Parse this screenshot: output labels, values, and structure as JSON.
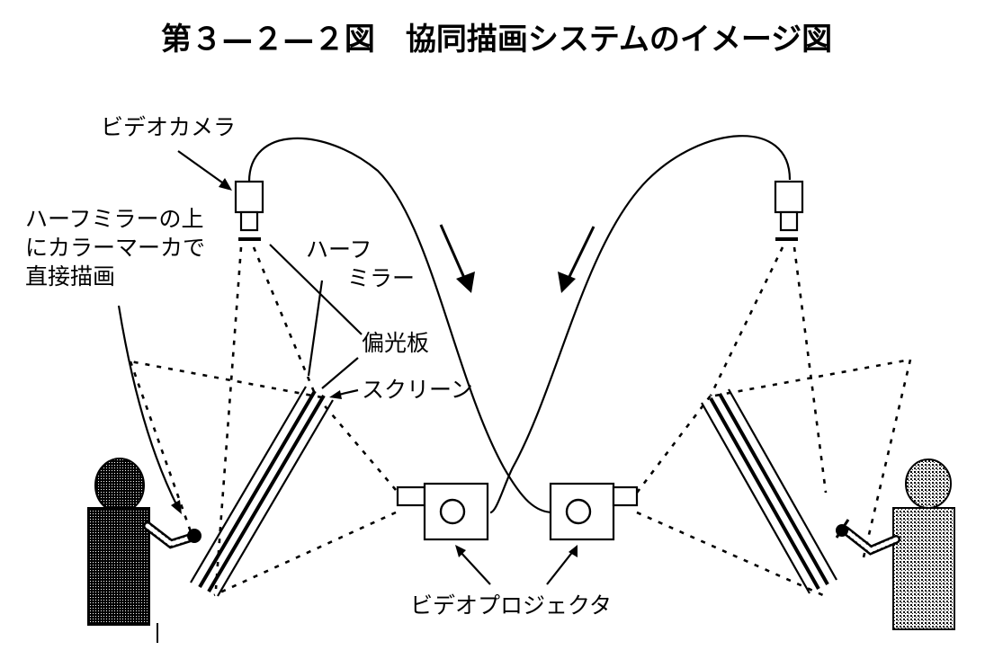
{
  "title": "第３—２—２図　協同描画システムのイメージ図",
  "labels": {
    "video_camera": "ビデオカメラ",
    "draw_note_line1": "ハーフミラーの上",
    "draw_note_line2": "にカラーマーカで",
    "draw_note_line3": "直接描画",
    "half_mirror_line1": "ハーフ",
    "half_mirror_line2": "ミラー",
    "polarizer": "偏光板",
    "screen": "スクリーン",
    "video_projector": "ビデオプロジェクタ"
  }
}
